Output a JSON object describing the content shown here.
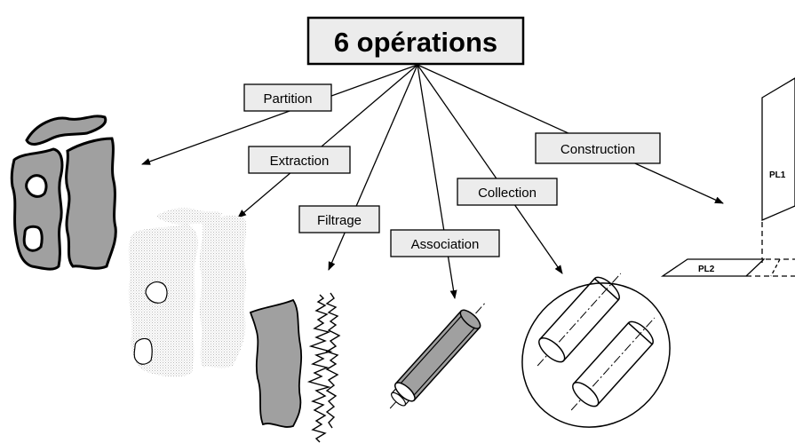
{
  "title": "6 opérations",
  "operations": [
    {
      "id": "partition",
      "label": "Partition"
    },
    {
      "id": "extraction",
      "label": "Extraction"
    },
    {
      "id": "filtrage",
      "label": "Filtrage"
    },
    {
      "id": "association",
      "label": "Association"
    },
    {
      "id": "collection",
      "label": "Collection"
    },
    {
      "id": "construction",
      "label": "Construction"
    }
  ],
  "planes": {
    "pl1": "PL1",
    "pl2": "PL2"
  },
  "colors": {
    "box_fill": "#ececec",
    "shape_fill": "#a0a0a0",
    "stroke": "#000000",
    "background": "#ffffff"
  }
}
